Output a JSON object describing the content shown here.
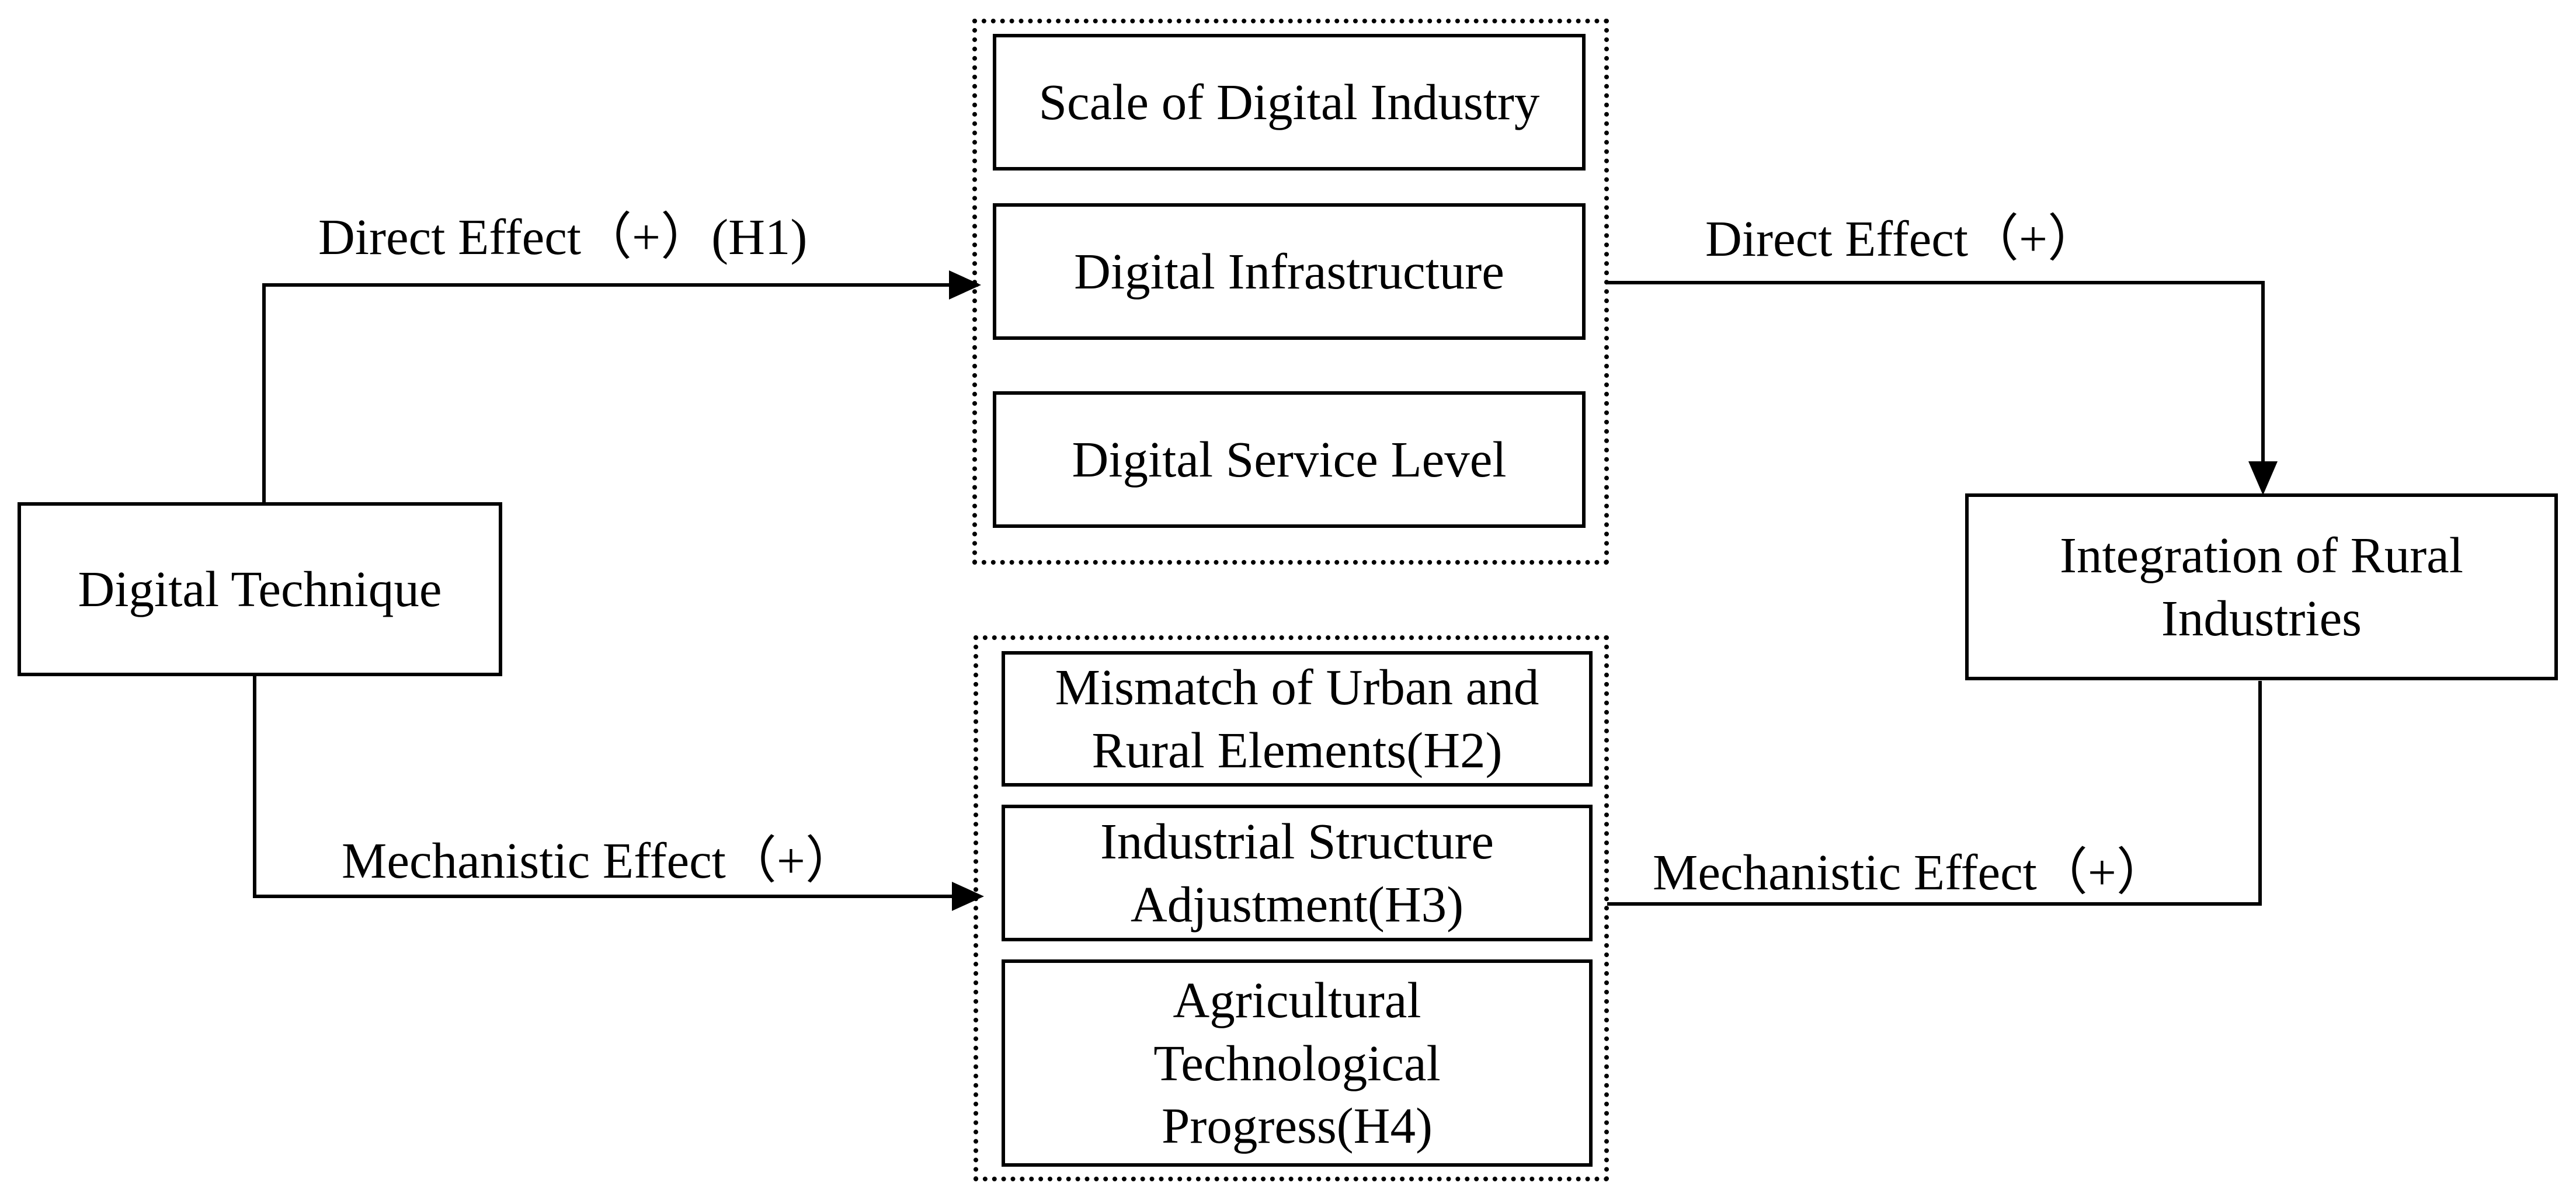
{
  "nodes": {
    "digital_technique": "Digital Technique",
    "integration": {
      "line1": "Integration of Rural",
      "line2": "Industries"
    },
    "direct_group": {
      "scale": "Scale of Digital Industry",
      "infrastructure": "Digital Infrastructure",
      "service_level": "Digital Service Level"
    },
    "mechanism_group": {
      "mismatch": {
        "line1": "Mismatch of Urban and",
        "line2": "Rural Elements(H2)"
      },
      "industrial": {
        "line1": "Industrial Structure",
        "line2": "Adjustment(H3)"
      },
      "agricultural": {
        "line1": "Agricultural",
        "line2": "Technological",
        "line3": "Progress(H4)"
      }
    }
  },
  "edges": {
    "direct_left": "Direct Effect（+）(H1)",
    "direct_right": "Direct Effect（+）",
    "mech_left": "Mechanistic Effect（+）",
    "mech_right": "Mechanistic Effect（+）"
  }
}
